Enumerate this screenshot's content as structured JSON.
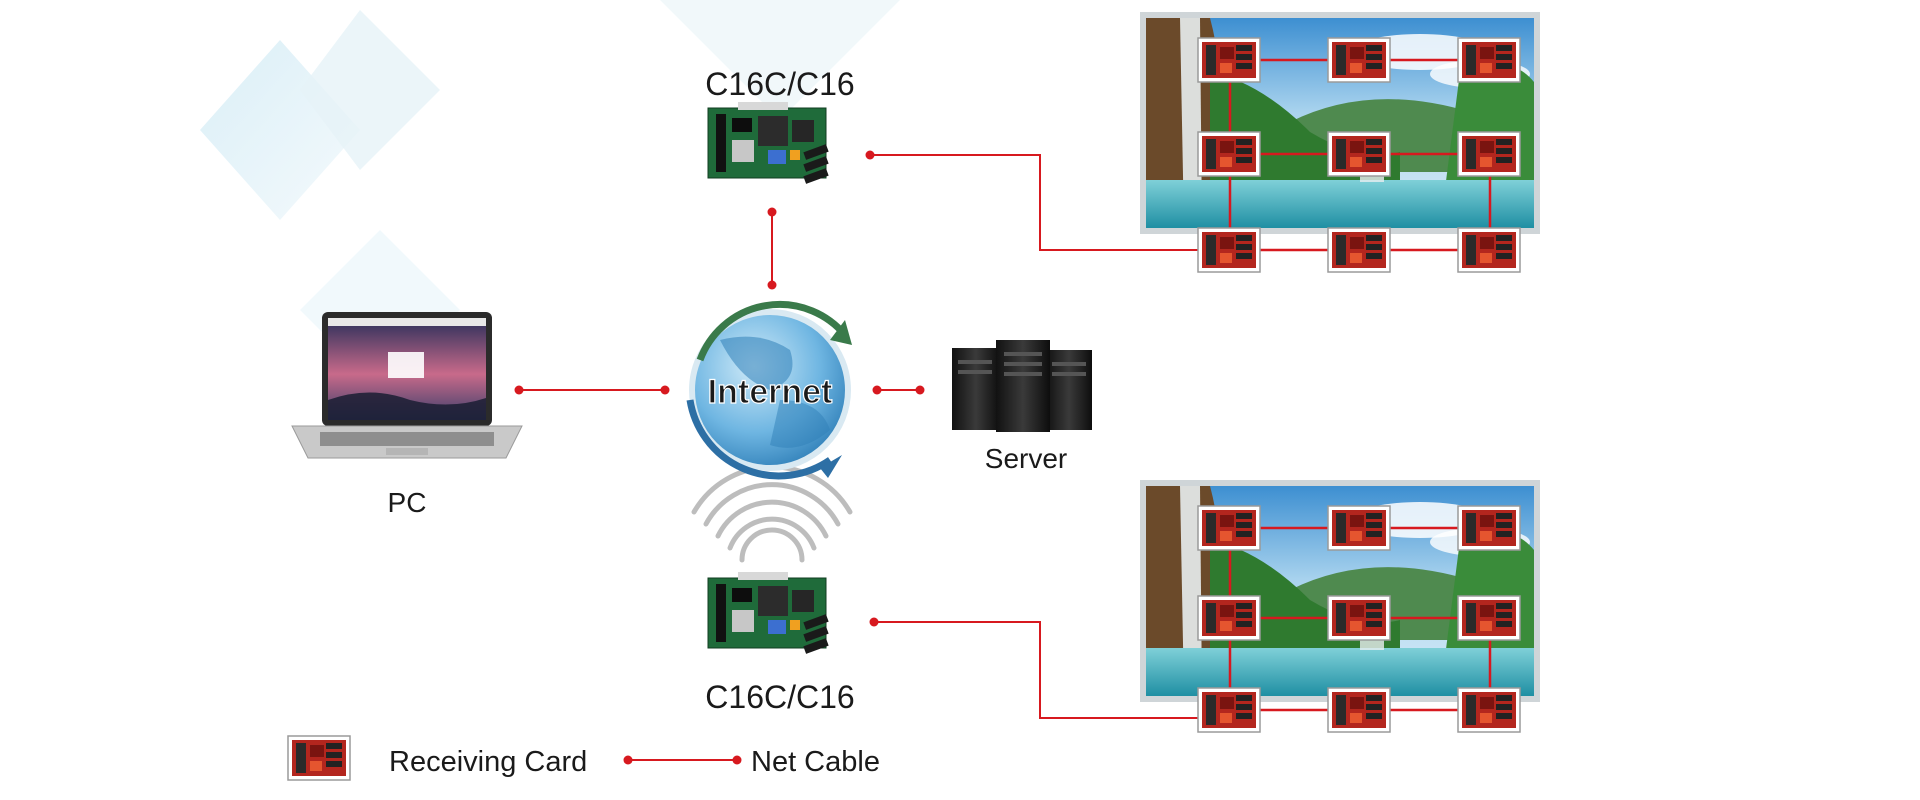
{
  "labels": {
    "controller_top": "C16C/C16",
    "controller_bottom": "C16C/C16",
    "pc": "PC",
    "server": "Server",
    "internet": "Internet"
  },
  "legend": {
    "receiving_card": "Receiving Card",
    "net_cable": "Net Cable"
  },
  "colors": {
    "cable": "#d7191f",
    "board_green": "#1f6b3a",
    "card_red": "#b3261e",
    "globe_blue": "#3f9bd6"
  }
}
